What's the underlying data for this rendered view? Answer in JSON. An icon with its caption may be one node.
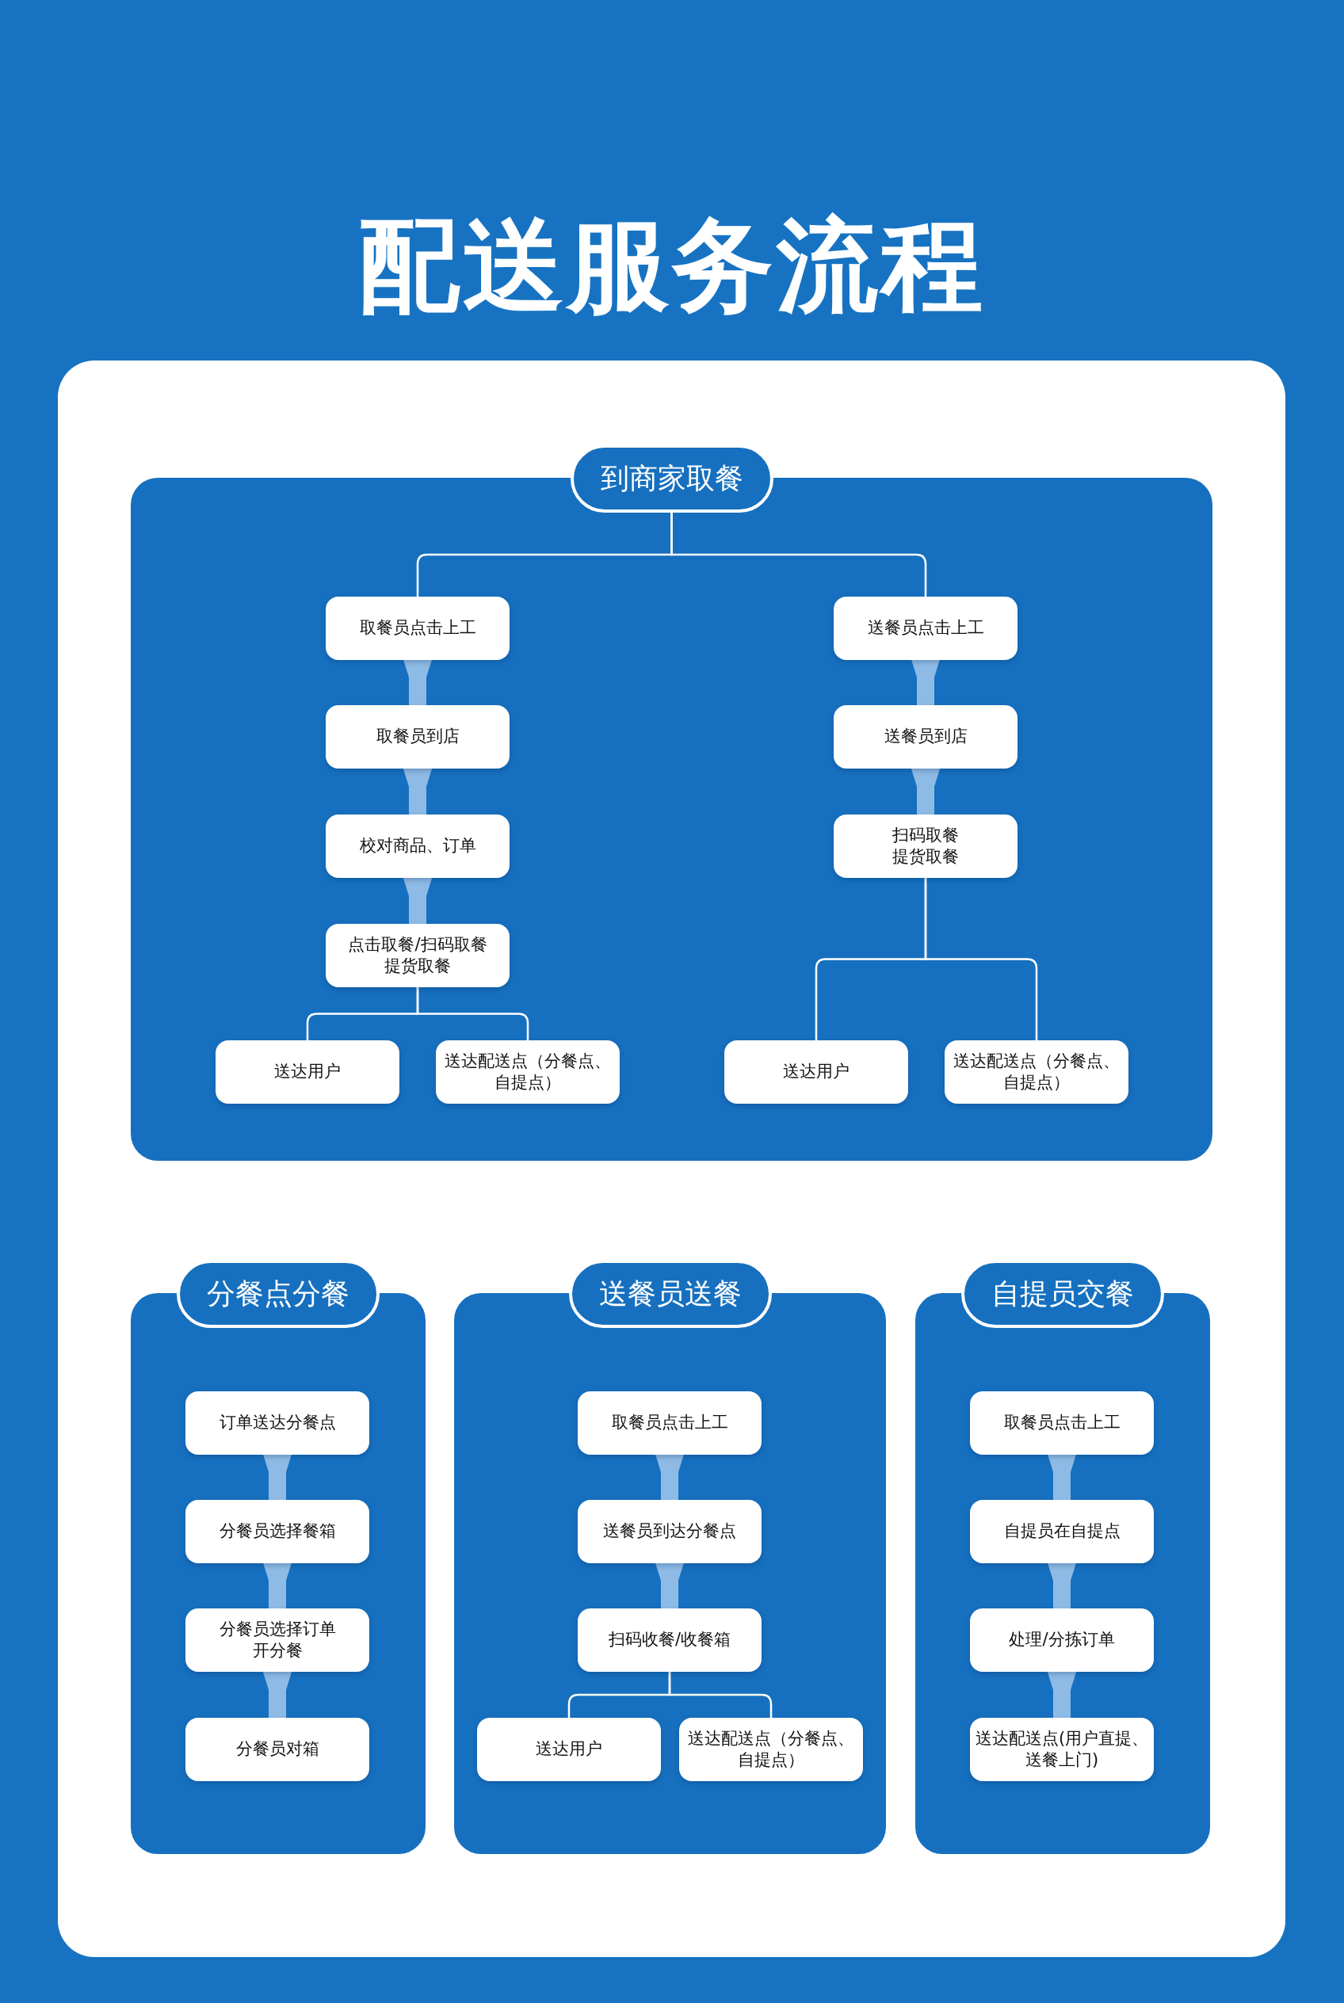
{
  "diagram": {
    "title": "配送服务流程",
    "nodes": [
      {
        "text": [
          "到商家取餐"
        ]
      },
      {
        "text": [
          "取餐员点击上工"
        ],
        "in": 0
      },
      {
        "text": [
          "取餐员到店"
        ],
        "in": 0
      },
      {
        "text": [
          "校对商品、订单"
        ],
        "in": 0
      },
      {
        "text": [
          "点击取餐/扫码取餐提货取餐"
        ],
        "in": 0
      },
      {
        "text": [
          "送达用户"
        ],
        "in": 0
      },
      {
        "text": [
          "送达配送点（分餐点、自提点）"
        ],
        "in": 0
      },
      {
        "text": [
          "送餐员点击上工"
        ],
        "in": 0
      },
      {
        "text": [
          "送餐员到店"
        ],
        "in": 0
      },
      {
        "text": [
          "扫码取餐提货取餐"
        ],
        "in": 0
      },
      {
        "text": [
          "送达用户"
        ],
        "in": 0
      },
      {
        "text": [
          "送达配送点（分餐点、自提点）"
        ],
        "in": 0
      },
      {
        "text": [
          "分餐点分餐"
        ]
      },
      {
        "text": [
          "订单送达分餐点"
        ],
        "in": 12
      },
      {
        "text": [
          "分餐员选择餐箱"
        ],
        "in": 12
      },
      {
        "text": [
          "分餐员选择订单开分餐"
        ],
        "in": 12
      },
      {
        "text": [
          "分餐员对箱"
        ],
        "in": 12
      },
      {
        "text": [
          "送餐员送餐"
        ]
      },
      {
        "text": [
          "取餐员点击上工"
        ],
        "in": 17
      },
      {
        "text": [
          "送餐员到达分餐点"
        ],
        "in": 17
      },
      {
        "text": [
          "扫码收餐/收餐箱"
        ],
        "in": 17
      },
      {
        "text": [
          "送达用户"
        ],
        "in": 17
      },
      {
        "text": [
          "送达配送点（分餐点、自提点）"
        ],
        "in": 17
      },
      {
        "text": [
          "自提员交餐"
        ]
      },
      {
        "text": [
          "取餐员点击上工"
        ],
        "in": 23
      },
      {
        "text": [
          "自提员在自提点"
        ],
        "in": 23
      },
      {
        "text": [
          "处理/分拣订单"
        ],
        "in": 23
      },
      {
        "text": [
          "送达配送点(用户直提、送餐上门)"
        ],
        "in": 23
      }
    ],
    "edges": [
      {
        "from": 0,
        "to": 1,
        "arrow": "none",
        "color": "#ffffff"
      },
      {
        "from": 0,
        "to": 7,
        "arrow": "none",
        "color": "#ffffff"
      },
      {
        "from": 1,
        "to": 2,
        "arrow": "to"
      },
      {
        "from": 2,
        "to": 3,
        "arrow": "to"
      },
      {
        "from": 3,
        "to": 4,
        "arrow": "to"
      },
      {
        "from": 4,
        "to": 5,
        "arrow": "none",
        "color": "#ffffff"
      },
      {
        "from": 4,
        "to": 6,
        "arrow": "none",
        "color": "#ffffff"
      },
      {
        "from": 7,
        "to": 8,
        "arrow": "to"
      },
      {
        "from": 8,
        "to": 9,
        "arrow": "to"
      },
      {
        "from": 9,
        "to": 10,
        "arrow": "none",
        "color": "#ffffff"
      },
      {
        "from": 9,
        "to": 11,
        "arrow": "none",
        "color": "#ffffff"
      },
      {
        "from": 13,
        "to": 14,
        "arrow": "to"
      },
      {
        "from": 14,
        "to": 15,
        "arrow": "to"
      },
      {
        "from": 15,
        "to": 16,
        "arrow": "to"
      },
      {
        "from": 18,
        "to": 19,
        "arrow": "to"
      },
      {
        "from": 19,
        "to": 20,
        "arrow": "to"
      },
      {
        "from": 20,
        "to": 21,
        "arrow": "none",
        "color": "#ffffff"
      },
      {
        "from": 20,
        "to": 22,
        "arrow": "none",
        "color": "#ffffff"
      },
      {
        "from": 24,
        "to": 25,
        "arrow": "to"
      },
      {
        "from": 25,
        "to": 26,
        "arrow": "to"
      },
      {
        "from": 26,
        "to": 27,
        "arrow": "to"
      }
    ]
  }
}
